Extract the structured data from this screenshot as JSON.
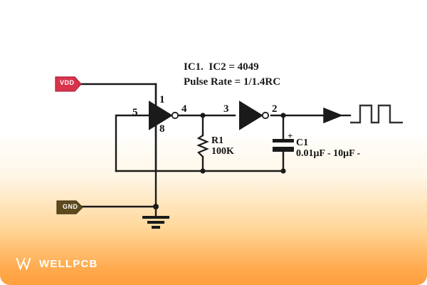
{
  "diagram": {
    "title_lines": [
      "IC1.  IC2 = 4049",
      "Pulse Rate = 1/1.4RC"
    ],
    "nets": [
      {
        "name": "VDD",
        "label": "VDD",
        "color": "#d9334c"
      },
      {
        "name": "GND",
        "label": "GND",
        "color": "#5c4a1e"
      }
    ],
    "pins": [
      {
        "id": "pin-5",
        "label": "5"
      },
      {
        "id": "pin-1",
        "label": "1"
      },
      {
        "id": "pin-8",
        "label": "8"
      },
      {
        "id": "pin-4",
        "label": "4"
      },
      {
        "id": "pin-3",
        "label": "3"
      },
      {
        "id": "pin-2",
        "label": "2"
      }
    ],
    "components": [
      {
        "id": "R1",
        "designator": "R1",
        "value": "100K",
        "type": "resistor"
      },
      {
        "id": "C1",
        "designator": "C1",
        "value": "0.01μF - 10μF -",
        "polarity": "+",
        "type": "capacitor"
      }
    ],
    "output": {
      "waveform_name": "square-wave-pulse-train",
      "pulse_count": 2
    },
    "colors": {
      "wire": "#1a1a1a",
      "background_top": "#ffffff",
      "background_bottom": "#ff9f3d"
    }
  },
  "branding": {
    "wordmark": "WELLPCB"
  }
}
